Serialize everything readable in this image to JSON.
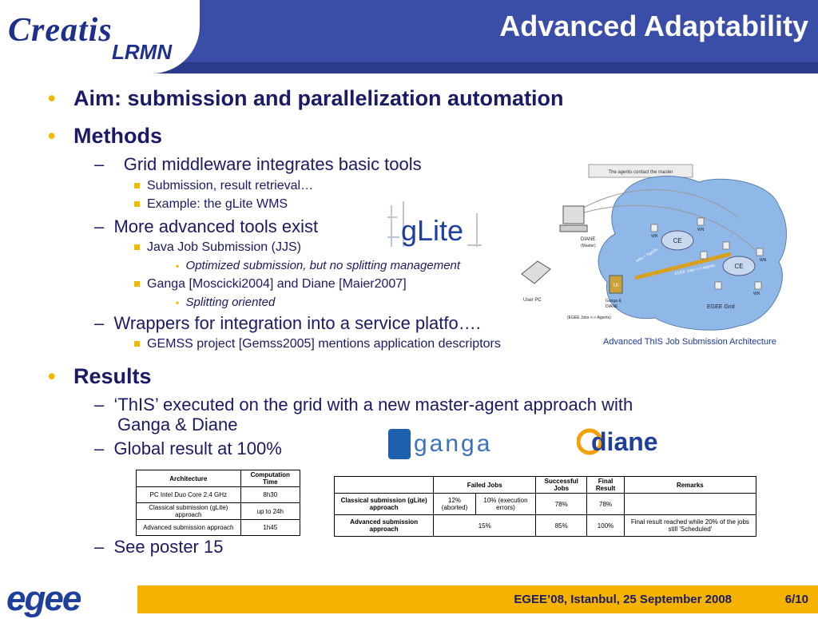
{
  "header": {
    "title": "Advanced Adaptability",
    "logo_main": "Creatis",
    "logo_sub": "LRMN"
  },
  "content": {
    "aim": "Aim: submission and parallelization automation",
    "methods": "Methods",
    "grid_middleware": "Grid middleware integrates basic tools",
    "submission_retrieval": "Submission, result retrieval…",
    "example_wms": "Example: the gLite WMS",
    "more_tools": "More advanced tools exist",
    "jjs": "Java Job Submission (JJS)",
    "jjs_note": "Optimized submission, but no splitting management",
    "ganga_diane": "Ganga [Moscicki2004] and Diane [Maier2007]",
    "splitting": "Splitting oriented",
    "wrappers": "Wrappers for integration into a service platfo….",
    "gemss": "GEMSS project [Gemss2005] mentions application descriptors",
    "results": "Results",
    "this_executed_1": "‘ThIS’ executed on the grid with a new master-agent approach with",
    "this_executed_2": "Ganga & Diane",
    "global_result": "Global result at 100%",
    "poster": "See poster 15"
  },
  "bullets": {
    "round": "•",
    "dash": "–"
  },
  "diagram": {
    "caption": "Advanced ThIS Job Submission Architecture",
    "agents_label": "The agents contact the master",
    "diane_label": "DIANE",
    "master_label": "(Master)",
    "user_pc": "User PC",
    "ganga_diane": "Ganga &",
    "ganga_diane2": "DIANE",
    "egee_jobs": "(EGEE Jobs <-> Agents)",
    "ce": "CE",
    "wn": "WN",
    "egee_grid": "EGEE Grid",
    "jobs_agents": "Jobs = Agents",
    "egee_jobs_agents": "EGEE Jobs <-> Agents",
    "ui": "UI"
  },
  "logos": {
    "glite": "gLite",
    "ganga": "ganga",
    "diane": "diane"
  },
  "table1": {
    "headers": [
      "Architecture",
      "Computation Time"
    ],
    "rows": [
      [
        "PC Intel Duo Core 2.4 GHz",
        "8h30"
      ],
      [
        "Classical submission (gLite) approach",
        "up to 24h"
      ],
      [
        "Advanced submission approach",
        "1h45"
      ]
    ]
  },
  "table2": {
    "headers": [
      "",
      "Failed Jobs",
      "Successful Jobs",
      "Final Result",
      "Remarks"
    ],
    "row1": {
      "label": "Classical submission (gLite) approach",
      "failed_a": "12% (aborted)",
      "failed_b": "10% (execution errors)",
      "successful": "78%",
      "final": "78%",
      "remarks": ""
    },
    "row2": {
      "label": "Advanced submission approach",
      "failed": "15%",
      "successful": "85%",
      "final": "100%",
      "remarks": "Final result reached while 20% of the jobs still 'Scheduled'"
    }
  },
  "footer": {
    "logo": "egee",
    "text": "EGEE’08, Istanbul, 25 September 2008",
    "page": "6/10"
  },
  "colors": {
    "header_blue": "#3a4ea8",
    "accent_yellow": "#f2b900",
    "text_navy": "#1a1a66"
  }
}
